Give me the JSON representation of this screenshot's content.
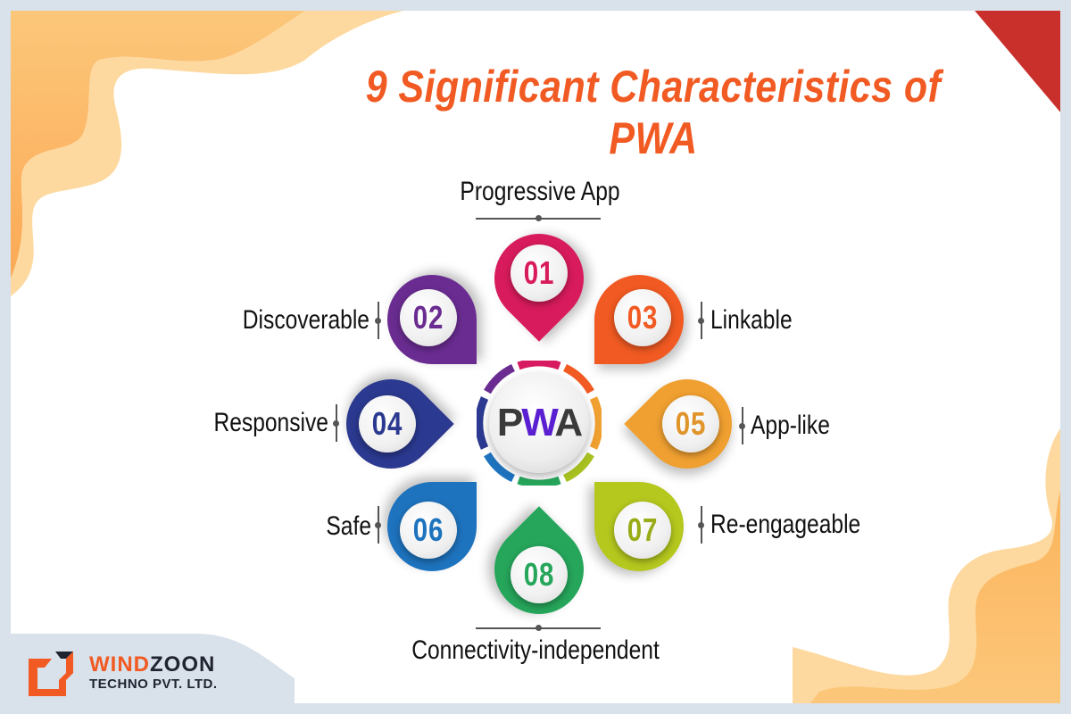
{
  "title": {
    "line1": "9 Significant Characteristics of",
    "line2": "PWA",
    "color": "#f15a22"
  },
  "hub": {
    "logo_p": "P",
    "logo_w": "W",
    "logo_a": "A",
    "logo_text": "PWA",
    "ring_colors": [
      "#d81b60",
      "#f15a22",
      "#f0a030",
      "#a8c020",
      "#26a65b",
      "#1e73be",
      "#2b3990",
      "#6a2c91"
    ]
  },
  "characteristics": [
    {
      "number": "01",
      "label": "Progressive App",
      "color": "#d81b5c"
    },
    {
      "number": "02",
      "label": "Discoverable",
      "color": "#6a2c91"
    },
    {
      "number": "03",
      "label": "Linkable",
      "color": "#f15a22"
    },
    {
      "number": "04",
      "label": "Responsive",
      "color": "#2b3990"
    },
    {
      "number": "05",
      "label": "App-like",
      "color": "#f0a030"
    },
    {
      "number": "06",
      "label": "Safe",
      "color": "#1e73be"
    },
    {
      "number": "07",
      "label": "Re-engageable",
      "color": "#b5c81e"
    },
    {
      "number": "08",
      "label": "Connectivity-independent",
      "color": "#26a65b"
    }
  ],
  "brand": {
    "name_part1": "WIND",
    "name_part2": "ZOON",
    "subtitle": "TECHNO PVT. LTD.",
    "accent_color": "#f15a22",
    "dark_color": "#1f2430"
  },
  "decor": {
    "wave_light": "#fdd9a0",
    "wave_mid": "#fcc77a",
    "wave_deep": "#fbb45c",
    "corner_red": "#c9302c",
    "frame": "#d9e1ea"
  }
}
